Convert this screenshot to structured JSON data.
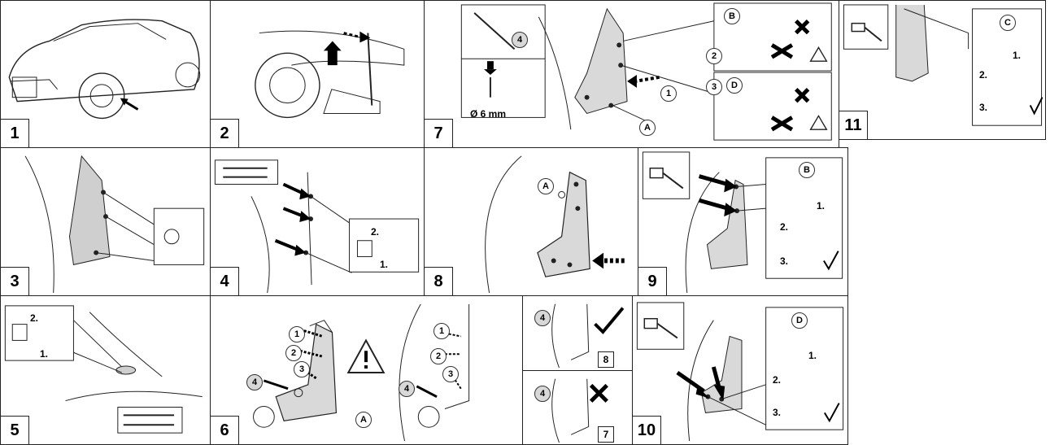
{
  "steps": {
    "s1": "1",
    "s2": "2",
    "s3": "3",
    "s4": "4",
    "s5": "5",
    "s6": "6",
    "s7": "7",
    "s8": "8",
    "s9": "9",
    "s10": "10",
    "s11": "11"
  },
  "labels": {
    "A": "A",
    "B": "B",
    "C": "C",
    "D": "D",
    "one": "1",
    "two": "2",
    "three": "3",
    "four": "4",
    "sub1": "1.",
    "sub2": "2.",
    "sub3": "3.",
    "drill": "Ø 6 mm",
    "ref8": "8",
    "ref7": "7"
  },
  "colors": {
    "line": "#222222",
    "shade": "#cfcfcf",
    "mudflap": "#d9d9d9"
  }
}
